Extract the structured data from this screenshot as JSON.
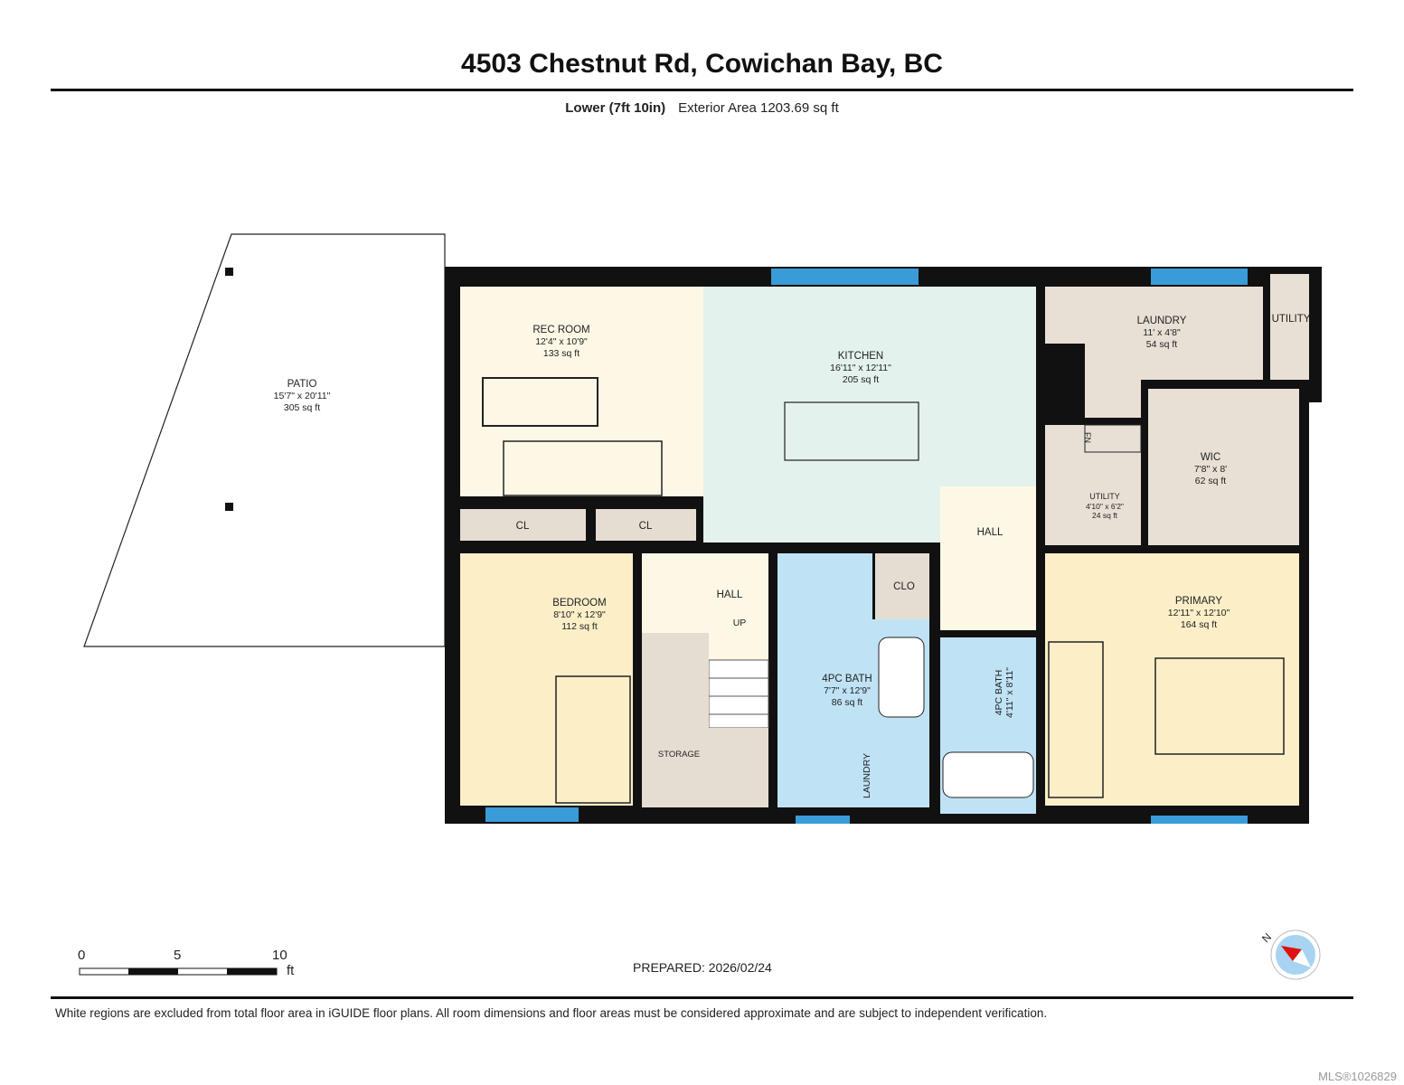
{
  "header": {
    "title": "4503 Chestnut Rd, Cowichan Bay, BC",
    "level": "Lower (7ft 10in)",
    "exterior_area": "Exterior Area 1203.69 sq ft"
  },
  "rooms": {
    "patio": {
      "name": "PATIO",
      "dims": "15'7\" x 20'11\"",
      "area": "305 sq ft"
    },
    "rec_room": {
      "name": "REC ROOM",
      "dims": "12'4\" x 10'9\"",
      "area": "133 sq ft"
    },
    "kitchen": {
      "name": "KITCHEN",
      "dims": "16'11\" x 12'11\"",
      "area": "205 sq ft"
    },
    "laundry": {
      "name": "LAUNDRY",
      "dims": "11' x 4'8\"",
      "area": "54 sq ft"
    },
    "utility_top": {
      "name": "UTILITY"
    },
    "wic": {
      "name": "WIC",
      "dims": "7'8\" x 8'",
      "area": "62 sq ft"
    },
    "utility": {
      "name": "UTILITY",
      "dims": "4'10\" x 6'2\"",
      "area": "24 sq ft"
    },
    "fn": {
      "name": "FN"
    },
    "hall_right": {
      "name": "HALL"
    },
    "cl1": {
      "name": "CL"
    },
    "cl2": {
      "name": "CL"
    },
    "bedroom": {
      "name": "BEDROOM",
      "dims": "8'10\" x 12'9\"",
      "area": "112 sq ft"
    },
    "hall_mid": {
      "name": "HALL",
      "up": "UP"
    },
    "storage": {
      "name": "STORAGE"
    },
    "bath1": {
      "name": "4PC BATH",
      "dims": "7'7\" x 12'9\"",
      "area": "86 sq ft"
    },
    "clo": {
      "name": "CLO"
    },
    "laundry_closet": {
      "name": "LAUNDRY"
    },
    "bath2": {
      "name": "4PC BATH",
      "dims": "4'11\" x 8'11\""
    },
    "primary": {
      "name": "PRIMARY",
      "dims": "12'11\" x 12'10\"",
      "area": "164 sq ft"
    }
  },
  "colors": {
    "wall": "#111111",
    "window": "#3a9bd9",
    "living": "#fdf8e6",
    "kitchen": "#e3f2ec",
    "bedroom": "#fcefc8",
    "bath": "#bfe3f5",
    "utility": "#e8e0d5",
    "compass_needle": "#e01010"
  },
  "scale_bar": {
    "labels": [
      "0",
      "5",
      "10"
    ],
    "unit": "ft"
  },
  "compass": {
    "label": "N"
  },
  "footer": {
    "prepared": "PREPARED: 2026/02/24",
    "disclaimer": "White regions are excluded from total floor area in iGUIDE floor plans. All room dimensions and floor areas must be considered approximate and are subject to independent verification.",
    "mls": "MLS®1026829"
  }
}
